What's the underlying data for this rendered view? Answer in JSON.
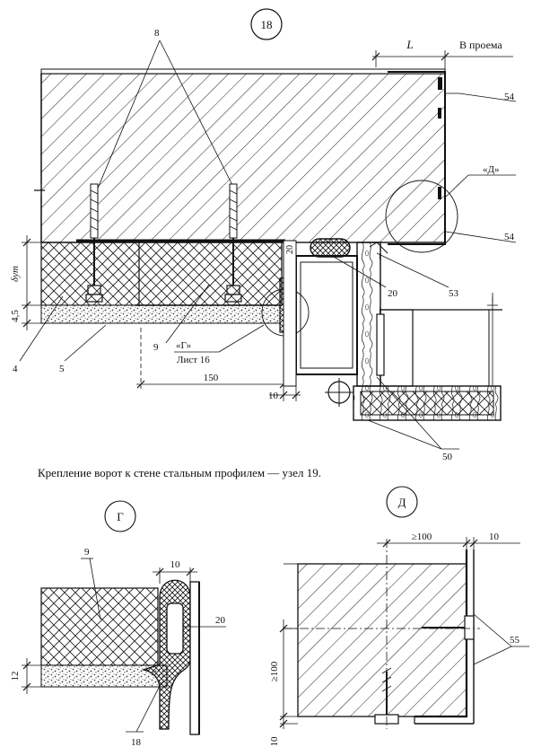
{
  "labels": {
    "node_number": "18",
    "dim_L": "L",
    "opening": "В проема",
    "mark_54_a": "54",
    "mark_54_b": "54",
    "mark_D_ref": "«Д»",
    "mark_8": "8",
    "mark_20_dim": "20",
    "mark_20": "20",
    "mark_53": "53",
    "dim_delta": "δут",
    "dim_45": "4,5",
    "mark_4": "4",
    "mark_5": "5",
    "mark_9": "9",
    "mark_G_ref": "«Г»",
    "sheet_ref": "Лист 16",
    "dim_150": "150",
    "dim_10": "10",
    "mark_50": "50"
  },
  "caption": "Крепление ворот к стене стальным профилем — узел 19.",
  "detail_G": {
    "title": "Г",
    "mark_9": "9",
    "dim_10": "10",
    "mark_20": "20",
    "dim_12": "12",
    "mark_18": "18"
  },
  "detail_D": {
    "title": "Д",
    "dim_100_h": "≥100",
    "dim_10_h": "10",
    "mark_55": "55",
    "dim_100_v": "≥100",
    "dim_10_v": "10"
  }
}
